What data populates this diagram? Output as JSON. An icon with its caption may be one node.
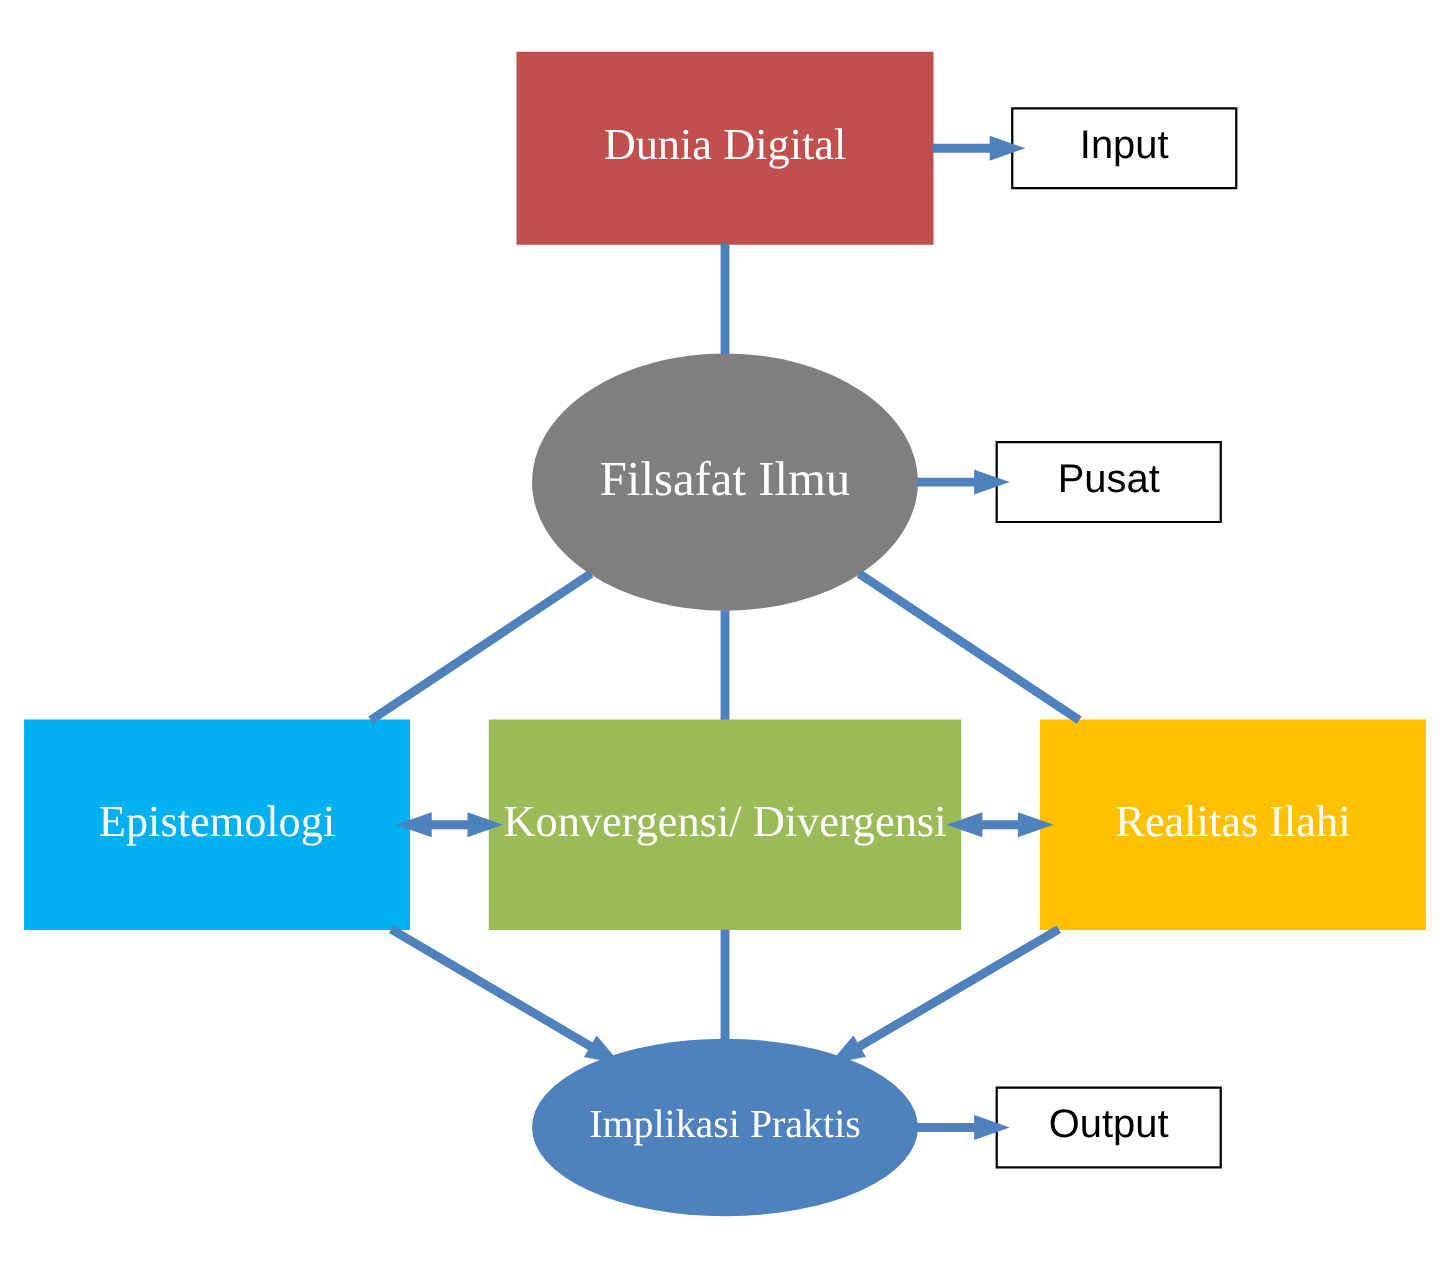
{
  "diagram": {
    "nodes": [
      {
        "text": [
          "Dunia Digital"
        ]
      },
      {
        "text": [
          "Input"
        ]
      },
      {
        "text": [
          "Filsafat Ilmu"
        ]
      },
      {
        "text": [
          "Pusat"
        ]
      },
      {
        "text": [
          "Epistemologi"
        ]
      },
      {
        "text": [
          "Konvergensi/ Divergensi"
        ]
      },
      {
        "text": [
          "Realitas Ilahi"
        ]
      },
      {
        "text": [
          "Implikasi Praktis"
        ]
      },
      {
        "text": [
          "Output"
        ]
      }
    ],
    "edges": [
      {
        "from": 0,
        "to": 1,
        "arrow": "to"
      },
      {
        "from": 0,
        "to": 2,
        "arrow": "none"
      },
      {
        "from": 2,
        "to": 3,
        "arrow": "to"
      },
      {
        "from": 2,
        "to": 4,
        "arrow": "none"
      },
      {
        "from": 2,
        "to": 5,
        "arrow": "none"
      },
      {
        "from": 2,
        "to": 6,
        "arrow": "none"
      },
      {
        "from": 4,
        "to": 5,
        "arrow": "both"
      },
      {
        "from": 5,
        "to": 6,
        "arrow": "both"
      },
      {
        "from": 4,
        "to": 7,
        "arrow": "to"
      },
      {
        "from": 5,
        "to": 7,
        "arrow": "none"
      },
      {
        "from": 6,
        "to": 7,
        "arrow": "to"
      },
      {
        "from": 7,
        "to": 8,
        "arrow": "to"
      }
    ]
  }
}
